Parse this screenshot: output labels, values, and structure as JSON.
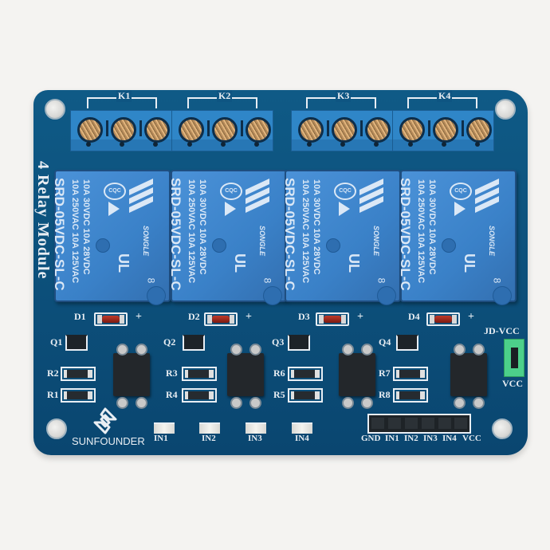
{
  "product": {
    "title": "4 Relay Module",
    "brand": "SUNFOUNDER",
    "board_color": "#0c4f7a"
  },
  "terminals": [
    {
      "label": "K1"
    },
    {
      "label": "K2"
    },
    {
      "label": "K3"
    },
    {
      "label": "K4"
    }
  ],
  "relays": [
    {
      "line1": "10A 250VAC 10A 125VAC",
      "line2": "10A 30VDC 10A 28VDC",
      "model": "SRD-05VDC-SL-C",
      "brand": "SONGLE",
      "cert": "CQC",
      "mark": "8"
    },
    {
      "line1": "10A 250VAC 10A 125VAC",
      "line2": "10A 30VDC 10A 28VDC",
      "model": "SRD-05VDC-SL-C",
      "brand": "SONGLE",
      "cert": "CQC",
      "mark": "8"
    },
    {
      "line1": "10A 250VAC 10A 125VAC",
      "line2": "10A 30VDC 10A 28VDC",
      "model": "SRD-05VDC-SL-C",
      "brand": "SONGLE",
      "cert": "CQC",
      "mark": "8"
    },
    {
      "line1": "10A 250VAC 10A 125VAC",
      "line2": "10A 30VDC 10A 28VDC",
      "model": "SRD-05VDC-SL-C",
      "brand": "SONGLE",
      "cert": "CQC",
      "mark": "8"
    }
  ],
  "components": {
    "diodes": [
      "D1",
      "D2",
      "D3",
      "D4"
    ],
    "transistors": [
      "Q1",
      "Q2",
      "Q3",
      "Q4"
    ],
    "resistors_top": [
      "R2",
      "R3",
      "R6",
      "R7"
    ],
    "resistors_bottom": [
      "R1",
      "R4",
      "R5",
      "R8"
    ],
    "plus": "+"
  },
  "leds": [
    "IN1",
    "IN2",
    "IN3",
    "IN4"
  ],
  "jumper": {
    "top": "JD-VCC",
    "bottom": "VCC"
  },
  "pin_header": [
    "GND",
    "IN1",
    "IN2",
    "IN3",
    "IN4",
    "VCC"
  ]
}
